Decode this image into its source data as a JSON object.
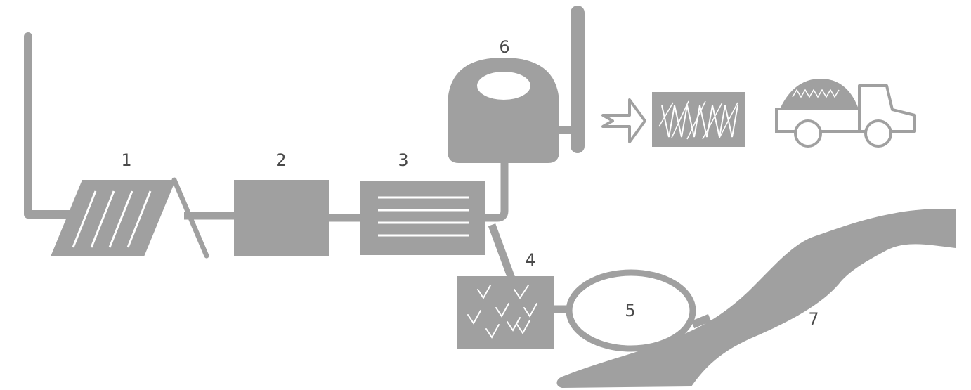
{
  "colors": {
    "stroke": "#a0a0a0",
    "fill": "#a0a0a0",
    "inner": "#ffffff",
    "text": "#4a4a4a"
  },
  "labels": {
    "l1": "1",
    "l2": "2",
    "l3": "3",
    "l4": "4",
    "l5": "5",
    "l6": "6",
    "l7": "7"
  }
}
